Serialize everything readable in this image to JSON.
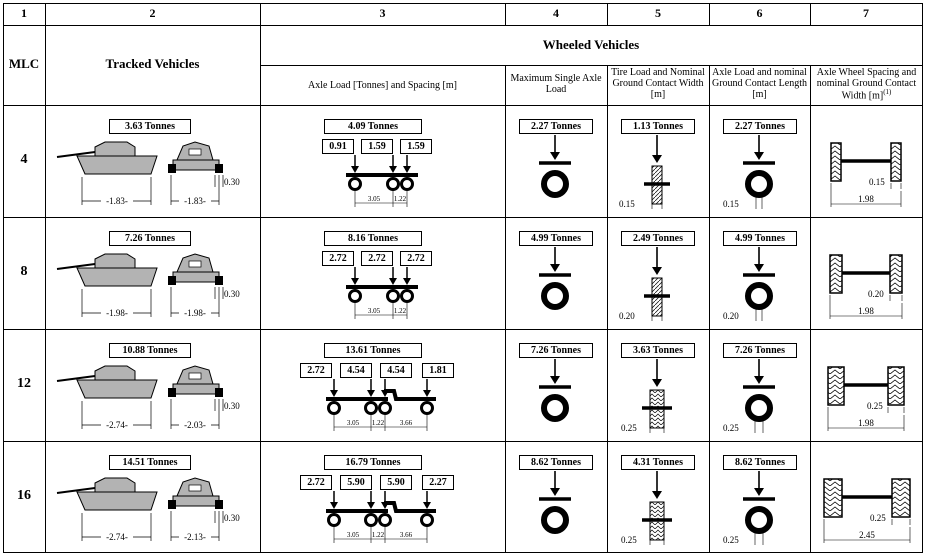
{
  "columns": {
    "c1": "1",
    "c2": "2",
    "c3": "3",
    "c4": "4",
    "c5": "5",
    "c6": "6",
    "c7": "7"
  },
  "headers": {
    "mlc": "MLC",
    "tracked": "Tracked Vehicles",
    "wheeled": "Wheeled Vehicles",
    "axle_load_spacing": "Axle Load [Tonnes] and Spacing [m]",
    "max_single_axle": "Maximum Single Axle Load",
    "tire_load": "Tire Load and Nominal Ground Contact Width [m]",
    "axle_load_contact": "Axle Load and nominal Ground Contact Length [m]",
    "axle_wheel_spacing": "Axle Wheel Spacing and nominal Ground Contact Width [m]",
    "footnote_mark": "(1)"
  },
  "rows": [
    {
      "mlc": "4",
      "tracked_load": "3.63 Tonnes",
      "side_length": "-1.83-",
      "front_width": "-1.83-",
      "track_width": "0.30",
      "wheeled_total": "4.09 Tonnes",
      "axle_loads": [
        "0.91",
        "1.59",
        "1.59"
      ],
      "spacings": [
        "3.05",
        "1.22"
      ],
      "max_axle": "2.27 Tonnes",
      "tire_load": "1.13 Tonnes",
      "tire_width": "0.15",
      "axle_load": "2.27 Tonnes",
      "contact_length": "0.15",
      "wheel_contact_width": "0.15",
      "axle_spacing": "1.98"
    },
    {
      "mlc": "8",
      "tracked_load": "7.26 Tonnes",
      "side_length": "-1.98-",
      "front_width": "-1.98-",
      "track_width": "0.30",
      "wheeled_total": "8.16 Tonnes",
      "axle_loads": [
        "2.72",
        "2.72",
        "2.72"
      ],
      "spacings": [
        "3.05",
        "1.22"
      ],
      "max_axle": "4.99 Tonnes",
      "tire_load": "2.49 Tonnes",
      "tire_width": "0.20",
      "axle_load": "4.99 Tonnes",
      "contact_length": "0.20",
      "wheel_contact_width": "0.20",
      "axle_spacing": "1.98"
    },
    {
      "mlc": "12",
      "tracked_load": "10.88 Tonnes",
      "side_length": "-2.74-",
      "front_width": "-2.03-",
      "track_width": "0.30",
      "wheeled_total": "13.61 Tonnes",
      "axle_loads": [
        "2.72",
        "4.54",
        "4.54",
        "1.81"
      ],
      "spacings": [
        "3.05",
        "1.22",
        "3.66"
      ],
      "max_axle": "7.26 Tonnes",
      "tire_load": "3.63 Tonnes",
      "tire_width": "0.25",
      "axle_load": "7.26 Tonnes",
      "contact_length": "0.25",
      "wheel_contact_width": "0.25",
      "axle_spacing": "1.98"
    },
    {
      "mlc": "16",
      "tracked_load": "14.51 Tonnes",
      "side_length": "-2.74-",
      "front_width": "-2.13-",
      "track_width": "0.30",
      "wheeled_total": "16.79 Tonnes",
      "axle_loads": [
        "2.72",
        "5.90",
        "5.90",
        "2.27"
      ],
      "spacings": [
        "3.05",
        "1.22",
        "3.66"
      ],
      "max_axle": "8.62 Tonnes",
      "tire_load": "4.31 Tonnes",
      "tire_width": "0.25",
      "axle_load": "8.62 Tonnes",
      "contact_length": "0.25",
      "wheel_contact_width": "0.25",
      "axle_spacing": "2.45"
    }
  ]
}
